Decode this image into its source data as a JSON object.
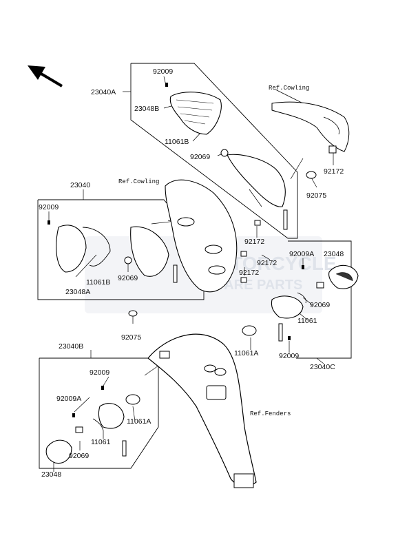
{
  "watermark": {
    "line1": "MOTORCYCLE",
    "line2": "SPARE PARTS"
  },
  "part_labels": {
    "l_23040A": "23040A",
    "l_92009_a": "92009",
    "l_23048B": "23048B",
    "l_11061B_a": "11061B",
    "l_92069_a": "92069",
    "l_92172_a": "92172",
    "l_92075_a": "92075",
    "l_23040": "23040",
    "l_92009_b": "92009",
    "l_11061B_b": "11061B",
    "l_92069_b": "92069",
    "l_23048A": "23048A",
    "l_92075_b": "92075",
    "l_92172_b": "92172",
    "l_92172_c": "92172",
    "l_92172_d": "92172",
    "l_92009A_a": "92009A",
    "l_23048_a": "23048",
    "l_92069_c": "92069",
    "l_11061": "11061",
    "l_11061A_a": "11061A",
    "l_92009_c": "92009",
    "l_23040C": "23040C",
    "l_23040B": "23040B",
    "l_92009_d": "92009",
    "l_92009A_b": "92009A",
    "l_11061A_b": "11061A",
    "l_11061_b": "11061",
    "l_92069_d": "92069",
    "l_23048_b": "23048"
  },
  "ref_labels": {
    "cowling_1": "Ref.Cowling",
    "cowling_2": "Ref.Cowling",
    "fenders": "Ref.Fenders"
  },
  "icons": {
    "direction_arrow": "front-direction-arrow-icon"
  }
}
